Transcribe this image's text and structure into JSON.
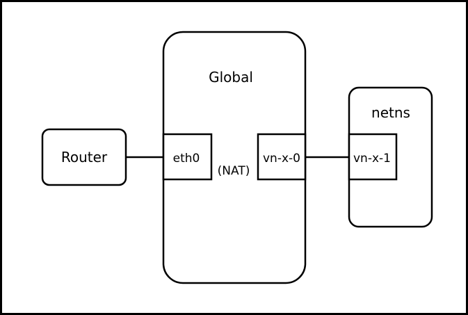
{
  "nodes": {
    "router": {
      "label": "Router"
    },
    "global": {
      "label": "Global"
    },
    "netns": {
      "label": "netns"
    }
  },
  "interfaces": {
    "eth0": {
      "label": "eth0"
    },
    "vn_x_0": {
      "label": "vn-x-0"
    },
    "vn_x_1": {
      "label": "vn-x-1"
    }
  },
  "links": {
    "nat_label": "(NAT)"
  },
  "colors": {
    "stroke": "#000000",
    "fill": "#ffffff"
  }
}
